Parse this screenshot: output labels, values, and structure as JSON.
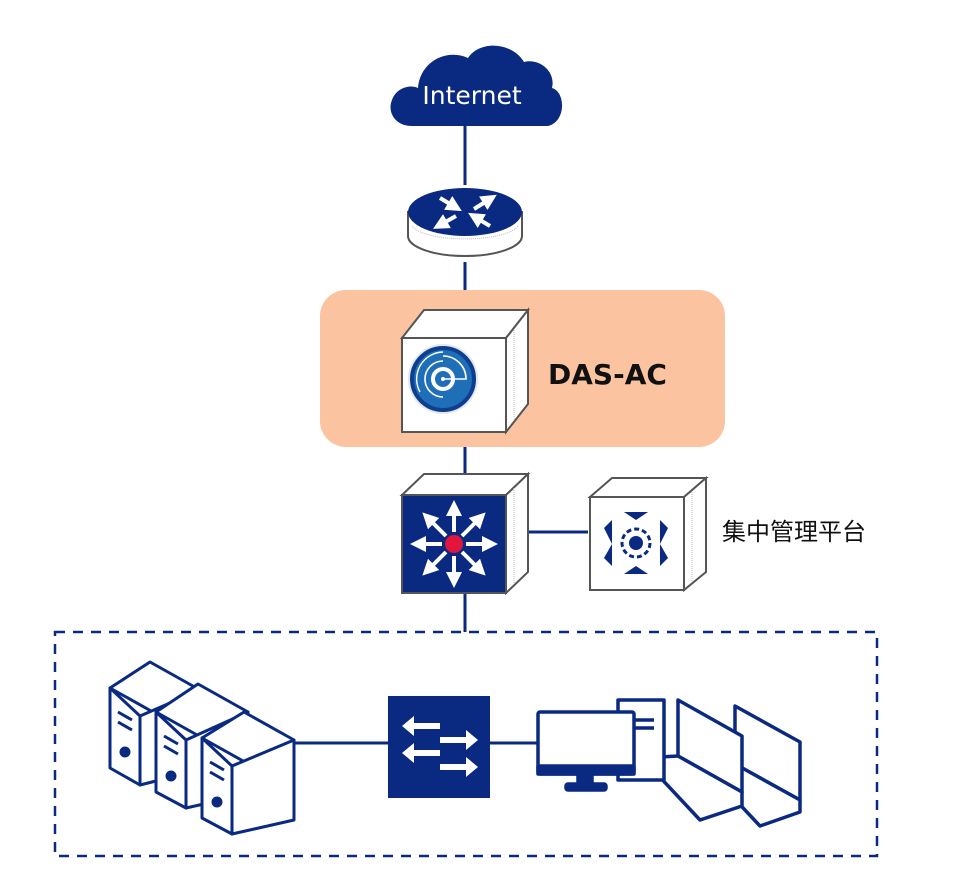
{
  "diagram": {
    "type": "network-topology",
    "colors": {
      "primary": "#0a2a82",
      "accent_red": "#e0163c",
      "highlight_bg": "#fcc3a0",
      "device_outline": "#555555",
      "das_icon_blue": "#1f6fb8"
    },
    "nodes": {
      "internet": {
        "label": "Internet",
        "icon": "cloud-icon"
      },
      "router": {
        "icon": "router-icon"
      },
      "das_ac": {
        "label": "DAS-AC",
        "icon": "target-icon",
        "highlighted": true
      },
      "core_switch": {
        "icon": "l3-switch-icon"
      },
      "management": {
        "label": "集中管理平台",
        "icon": "gear-icon"
      },
      "servers": {
        "icon": "server-icon",
        "count": 3
      },
      "access_switch": {
        "icon": "switch-icon"
      },
      "clients": {
        "icons": [
          "desktop-icon",
          "laptop-icon",
          "laptop-icon"
        ]
      }
    },
    "edges": [
      {
        "from": "internet",
        "to": "router"
      },
      {
        "from": "router",
        "to": "das_ac"
      },
      {
        "from": "das_ac",
        "to": "core_switch"
      },
      {
        "from": "core_switch",
        "to": "management"
      },
      {
        "from": "core_switch",
        "to": "internal_network"
      },
      {
        "from": "servers",
        "to": "access_switch"
      },
      {
        "from": "access_switch",
        "to": "clients"
      }
    ],
    "groups": {
      "internal_network": {
        "style": "dashed",
        "members": [
          "servers",
          "access_switch",
          "clients"
        ]
      }
    }
  }
}
